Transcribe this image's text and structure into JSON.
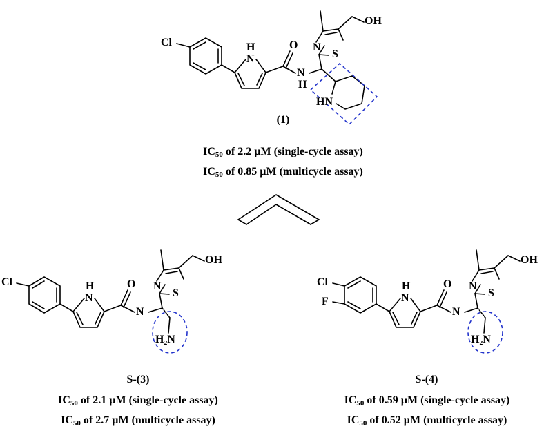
{
  "compounds": [
    {
      "id": "1",
      "label": "(1)",
      "ic50_single": "2.2",
      "ic50_multi": "0.85",
      "substituent": "Cl"
    },
    {
      "id": "3",
      "label": "S-(3)",
      "ic50_single": "2.1",
      "ic50_multi": "2.7",
      "substituent": "Cl"
    },
    {
      "id": "4",
      "label": "S-(4)",
      "ic50_single": "0.59",
      "ic50_multi": "0.52",
      "substituent": "Cl, F"
    }
  ],
  "text": {
    "ic_prefix": "IC",
    "ic_sub": "50",
    "of": " of ",
    "unit": " µM",
    "single_assay": " (single-cycle assay)",
    "multi_assay": " (multicycle assay)"
  },
  "atoms": {
    "cl": "Cl",
    "f": "F",
    "nh_h": "H",
    "n": "N",
    "s": "S",
    "o": "O",
    "oh": "OH",
    "hn": "HN",
    "h2n": "H₂N"
  },
  "colors": {
    "highlight": "#2233cc"
  }
}
